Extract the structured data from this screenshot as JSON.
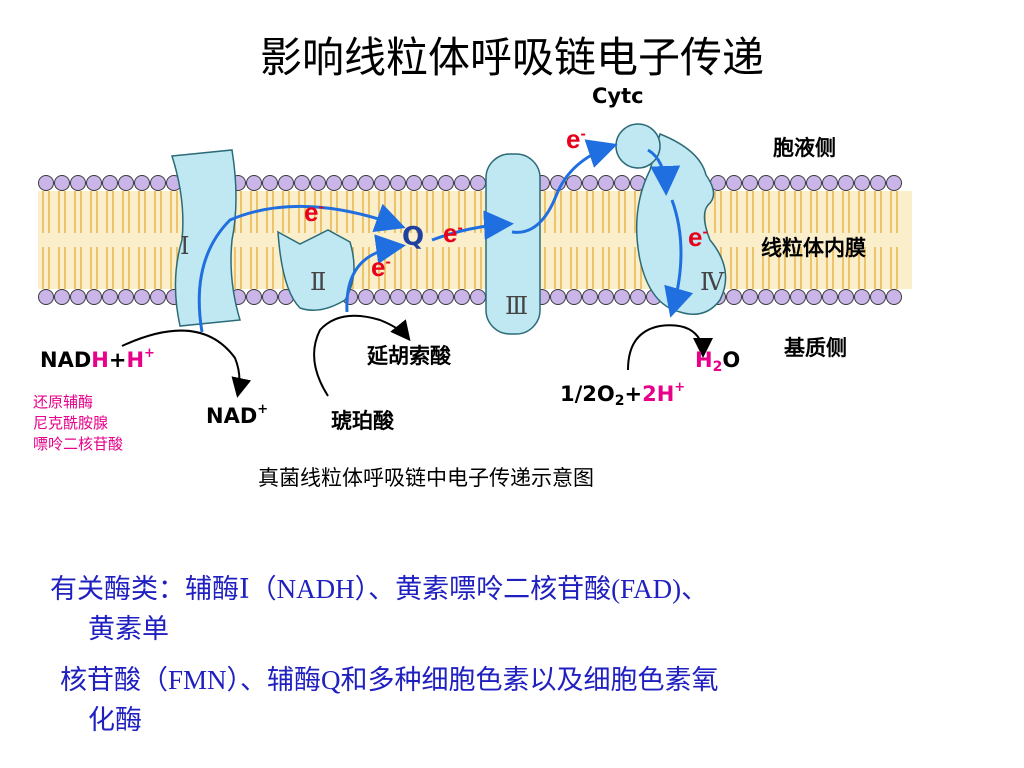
{
  "title": "影响线粒体呼吸链电子传递",
  "labels": {
    "cytc": "Cytc",
    "cytosol_side": "胞液侧",
    "inner_membrane": "线粒体内膜",
    "matrix_side": "基质侧",
    "complex_1": "Ⅰ",
    "complex_2": "Ⅱ",
    "complex_3": "Ⅲ",
    "complex_4": "Ⅳ",
    "q": "Q",
    "electron": "e",
    "electron_sup": "-",
    "fumarate": "延胡索酸",
    "succinate": "琥珀酸",
    "nad_plus": "NAD",
    "nad_plus_sup": "+",
    "nadh_a": "NAD",
    "nadh_b": "H",
    "nadh_c": "+",
    "nadh_d": "H",
    "nadh_sup": "+",
    "nadh_desc_1": "还原辅酶",
    "nadh_desc_2": "尼克酰胺腺",
    "nadh_desc_3": "嘌呤二核苷酸",
    "oxygen_a": "1/2O",
    "oxygen_sub": "2",
    "oxygen_b": "+",
    "oxygen_c": "2H",
    "oxygen_sup": "+",
    "water_h": "H",
    "water_sub": "2",
    "water_o": "O"
  },
  "caption": "真菌线粒体呼吸链中电子传递示意图",
  "bottom_text": {
    "line1": "有关酶类：辅酶Ⅰ（NADH）、黄素嘌呤二核苷酸(FAD)、",
    "line2": "黄素单",
    "line3": "核苷酸（FMN）、辅酶Q和多种细胞色素以及细胞色素氧",
    "line4": "化酶"
  },
  "colors": {
    "membrane_head": "#c9b5e8",
    "membrane_tail": "#e8b957",
    "protein": "#bfe8f2",
    "arrow_blue": "#1f6fe0",
    "electron_red": "#e8001c",
    "highlight_pink": "#e8008a",
    "bottom_text": "#2020c0"
  }
}
